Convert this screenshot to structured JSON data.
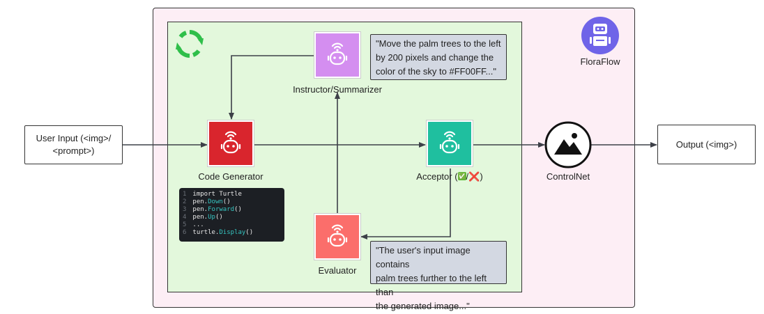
{
  "io": {
    "user_input_line1": "User Input (<img>/",
    "user_input_line2": "<prompt>)",
    "output": "Output (<img>)"
  },
  "agents": {
    "code_generator": "Code Generator",
    "instructor": "Instructor/Summarizer",
    "acceptor_prefix": "Acceptor (",
    "acceptor_check": "✅",
    "acceptor_sep": "/",
    "acceptor_cross": "❌",
    "acceptor_suffix": ")",
    "evaluator": "Evaluator"
  },
  "controlnet": {
    "label": "ControlNet"
  },
  "floraflow": {
    "label": "FloraFlow"
  },
  "quotes": {
    "instructor": [
      "\"Move the palm trees to the left",
      "by 200 pixels and change the",
      "color of the sky to #FF00FF...\""
    ],
    "evaluator": [
      "\"The user's input image contains",
      "palm trees further to the left than",
      "the generated image...\""
    ]
  },
  "code": [
    {
      "n": "1",
      "pre": "import Turtle",
      "fn": "",
      "post": ""
    },
    {
      "n": "2",
      "pre": "pen.",
      "fn": "Down",
      "post": "()"
    },
    {
      "n": "3",
      "pre": "pen.",
      "fn": "Forward",
      "post": "()"
    },
    {
      "n": "4",
      "pre": "pen.",
      "fn": "Up",
      "post": "()"
    },
    {
      "n": "5",
      "pre": "...",
      "fn": "",
      "post": ""
    },
    {
      "n": "6",
      "pre": "turtle.",
      "fn": "Display",
      "post": "()"
    }
  ],
  "colors": {
    "code_generator": "#d9252d",
    "instructor": "#d48ef0",
    "acceptor": "#1fbf9f",
    "evaluator": "#fb6e6b",
    "loop_icon": "#2fbf4a",
    "floraflow": "#6f64e8"
  },
  "icons": [
    "robot-icon",
    "loop-icon",
    "mountain-image-icon",
    "robot-avatar-icon"
  ]
}
